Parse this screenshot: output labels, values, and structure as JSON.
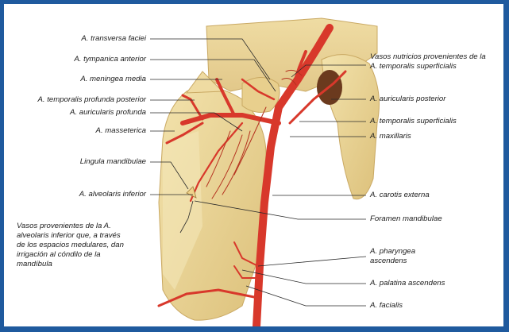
{
  "labels_left": [
    "A. transversa faciei",
    "A. tympanica anterior",
    "A. meningea media",
    "A. temporalis profunda posterior",
    "A. auricularis profunda",
    "A. masseterica",
    "Lingula mandibulae",
    "A. alveolaris inferior"
  ],
  "note_left": [
    "Vasos provenientes de la A.",
    "alveolaris inferior que, a través",
    "de los espacios medulares, dan",
    "irrigación al cóndilo de la",
    "mandíbula"
  ],
  "labels_right": {
    "vasos_nutricios": [
      "Vasos nutricios provenientes de la",
      "A. temporalis superficialis"
    ],
    "auricularis_posterior": "A. auricularis posterior",
    "temporalis_superficialis": "A. temporalis superficialis",
    "maxillaris": "A. maxillaris",
    "carotis_externa": "A. carotis externa",
    "foramen_mandibulae": "Foramen mandibulae",
    "pharyngea_ascendens": [
      "A. pharyngea",
      "ascendens"
    ],
    "palatina_ascendens": "A. palatina ascendens",
    "facialis": "A. facialis"
  },
  "colors": {
    "frame": "#1f5a9e",
    "bone": "#eed89b",
    "bone_shadow": "#d7b86a",
    "artery": "#d8382b",
    "leader": "#2a2a2a"
  }
}
